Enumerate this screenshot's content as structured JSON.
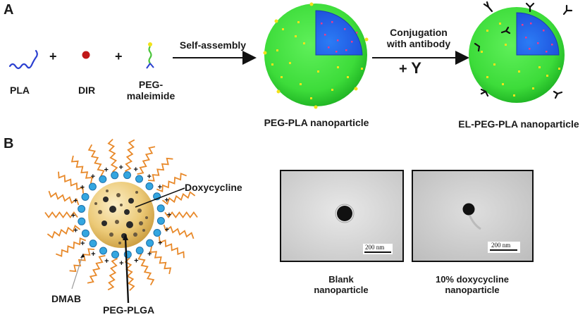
{
  "panel_a": {
    "letter": "A",
    "pla_label": "PLA",
    "dir_label": "DIR",
    "peg_label_line1": "PEG-",
    "peg_label_line2": "maleimide",
    "plus_1": "+",
    "plus_2": "+",
    "step1_label": "Self-assembly",
    "step2_label_line1": "Conjugation",
    "step2_label_line2": "with antibody",
    "step2_reagent_plus": "+",
    "step2_reagent": "Y",
    "product1_label": "PEG-PLA  nanoparticle",
    "product2_label": "EL-PEG-PLA   nanoparticle"
  },
  "panel_b": {
    "letter": "B",
    "doxycycline_label": "Doxycycline",
    "dmab_label": "DMAB",
    "peg_plga_label": "PEG-PLGA",
    "tem_left": {
      "scale_bar": "200 nm",
      "caption_line1": "Blank",
      "caption_line2": "nanoparticle"
    },
    "tem_right": {
      "scale_bar": "200 nm",
      "caption_line1": "10%  doxycycline",
      "caption_line2": "nanoparticle"
    }
  },
  "colors": {
    "shell_green": "#3ddc3a",
    "core_blue": "#2266ee",
    "dot_yellow": "#f2e21a",
    "dot_pink": "#ee3a8a",
    "pla_blue": "#2a3fd0",
    "dir_red": "#c01818",
    "peg_chain": "#e8892a",
    "dmab_blue": "#34a6e0",
    "core_gold": "#e8c870"
  }
}
